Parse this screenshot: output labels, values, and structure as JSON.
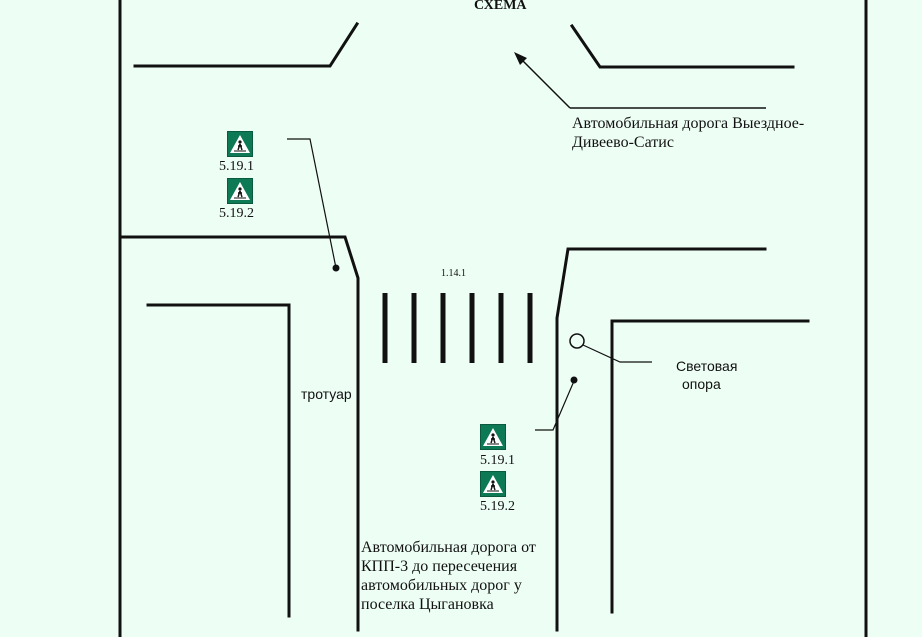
{
  "diagram": {
    "title": "СХЕМА",
    "road_top_label_line1": "Автомобильная дорога Выездное-",
    "road_top_label_line2": "Дивеево-Сатис",
    "road_bottom_label_lines": [
      "Автомобильная дорога от",
      "КПП-3 до пересечения",
      "автомобильных дорог у",
      "поселка Цыгановка"
    ],
    "sidewalk_label": "тротуар",
    "crosswalk_marking_label": "1.14.1",
    "light_pole_label_line1": "Световая",
    "light_pole_label_line2": "опора",
    "sign_group_left": {
      "sign_1_code": "5.19.1",
      "sign_2_code": "5.19.2"
    },
    "sign_group_right": {
      "sign_1_code": "5.19.1",
      "sign_2_code": "5.19.2"
    },
    "colors": {
      "background": "#edfef5",
      "lines": "#111111",
      "sign_fill": "#0d7a55",
      "sign_triangle": "#ffffff"
    },
    "icons": [
      "pedestrian-crossing-sign-icon",
      "arrow-icon",
      "light-pole-icon"
    ]
  }
}
